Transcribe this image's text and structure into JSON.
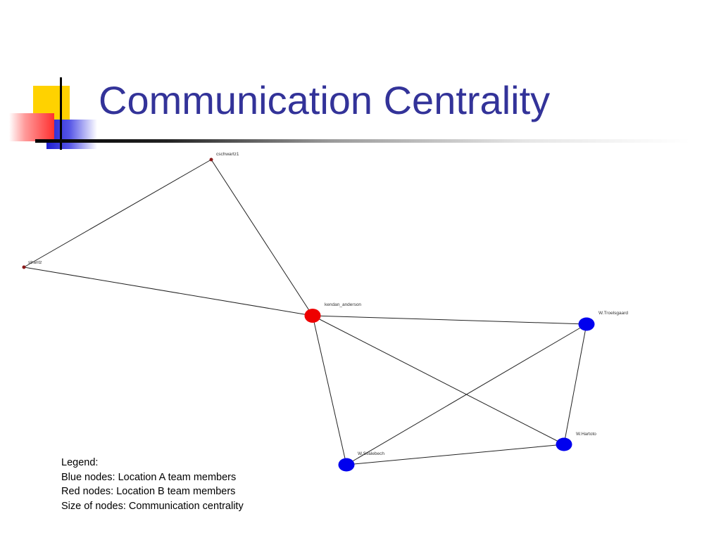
{
  "slide": {
    "title": "Communication Centrality"
  },
  "colors": {
    "title": "#333399",
    "location_a": "#0000ee",
    "location_b": "#ee0000",
    "minor_node": "#8b1a1a",
    "edge": "#222222"
  },
  "network": {
    "nodes": [
      {
        "id": "cschwartz1",
        "label": "cschwartz1",
        "group": "minor"
      },
      {
        "id": "strantz",
        "label": "strantz",
        "group": "minor"
      },
      {
        "id": "kendan_anderson",
        "label": "kendan_anderson",
        "group": "location_b"
      },
      {
        "id": "troelsgaard",
        "label": "W.Troelsgaard",
        "group": "location_a"
      },
      {
        "id": "hartoto",
        "label": "W.Hartoto",
        "group": "location_a"
      },
      {
        "id": "svalebech",
        "label": "W.Svalebech",
        "group": "location_a"
      }
    ],
    "edges": [
      {
        "source": "cschwartz1",
        "target": "strantz"
      },
      {
        "source": "cschwartz1",
        "target": "kendan_anderson"
      },
      {
        "source": "strantz",
        "target": "kendan_anderson"
      },
      {
        "source": "kendan_anderson",
        "target": "troelsgaard"
      },
      {
        "source": "kendan_anderson",
        "target": "hartoto"
      },
      {
        "source": "kendan_anderson",
        "target": "svalebech"
      },
      {
        "source": "troelsgaard",
        "target": "hartoto"
      },
      {
        "source": "troelsgaard",
        "target": "svalebech"
      },
      {
        "source": "svalebech",
        "target": "hartoto"
      }
    ]
  },
  "legend": {
    "heading": "Legend:",
    "blue": "Blue nodes: Location A team members",
    "red": "Red nodes: Location B team members",
    "size": "Size of nodes: Communication centrality"
  }
}
